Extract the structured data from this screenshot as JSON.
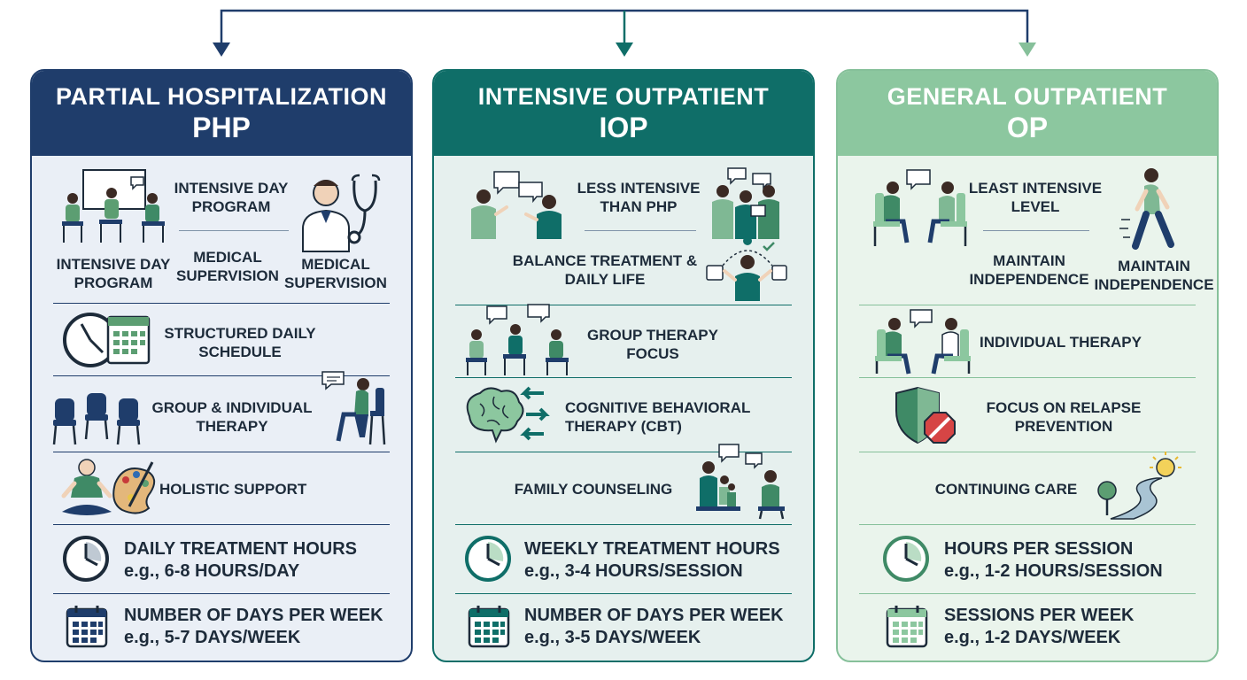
{
  "columns": {
    "php": {
      "title": "PARTIAL HOSPITALIZATION",
      "abbr": "PHP",
      "color": "#1f3d6b",
      "s1": {
        "top_label": "INTENSIVE DAY PROGRAM",
        "bottom_left": "INTENSIVE DAY PROGRAM",
        "bottom_mid": "MEDICAL SUPERVISION",
        "bottom_right": "MEDICAL SUPERVISION"
      },
      "s2": "STRUCTURED DAILY SCHEDULE",
      "s3": "GROUP & INDIVIDUAL THERAPY",
      "s4": "HOLISTIC SUPPORT",
      "s5": {
        "line1": "DAILY TREATMENT HOURS",
        "line2": "e.g., 6-8 HOURS/DAY"
      },
      "s6": {
        "line1": "NUMBER OF DAYS PER WEEK",
        "line2": "e.g., 5-7 DAYS/WEEK"
      }
    },
    "iop": {
      "title": "INTENSIVE OUTPATIENT",
      "abbr": "IOP",
      "color": "#0f6e68",
      "s1": {
        "top_label": "LESS INTENSIVE THAN PHP",
        "bottom_label": "BALANCE TREATMENT & DAILY LIFE"
      },
      "s2": "GROUP THERAPY FOCUS",
      "s3": "COGNITIVE BEHAVIORAL THERAPY (CBT)",
      "s4": "FAMILY COUNSELING",
      "s5": {
        "line1": "WEEKLY TREATMENT HOURS",
        "line2": "e.g., 3-4 HOURS/SESSION"
      },
      "s6": {
        "line1": "NUMBER OF DAYS PER WEEK",
        "line2": "e.g., 3-5 DAYS/WEEK"
      }
    },
    "op": {
      "title": "GENERAL OUTPATIENT",
      "abbr": "OP",
      "color": "#8cc79f",
      "s1": {
        "top_label": "LEAST INTENSIVE LEVEL",
        "bottom_mid": "MAINTAIN INDEPENDENCE",
        "bottom_right": "MAINTAIN INDEPENDENCE"
      },
      "s2": "INDIVIDUAL THERAPY",
      "s3": "FOCUS ON RELAPSE PREVENTION",
      "s4": "CONTINUING CARE",
      "s5": {
        "line1": "HOURS PER SESSION",
        "line2": "e.g., 1-2 HOURS/SESSION"
      },
      "s6": {
        "line1": "SESSIONS PER WEEK",
        "line2": "e.g., 1-2 DAYS/WEEK"
      }
    }
  },
  "icons": {
    "php": [
      "meeting-group-icon",
      "doctor-stethoscope-icon",
      "clock-icon",
      "calendar-icon",
      "empty-chairs-icon",
      "therapy-person-icon",
      "meditation-art-icon",
      "clock-icon",
      "calendar-icon"
    ],
    "iop": [
      "conversation-icon",
      "team-meeting-icon",
      "balance-juggle-icon",
      "group-therapy-icon",
      "brain-arrows-icon",
      "family-counseling-icon",
      "clock-icon",
      "calendar-icon"
    ],
    "op": [
      "one-on-one-icon",
      "walking-person-icon",
      "individual-therapy-icon",
      "shield-stop-icon",
      "road-sunrise-icon",
      "clock-icon",
      "calendar-icon"
    ]
  }
}
